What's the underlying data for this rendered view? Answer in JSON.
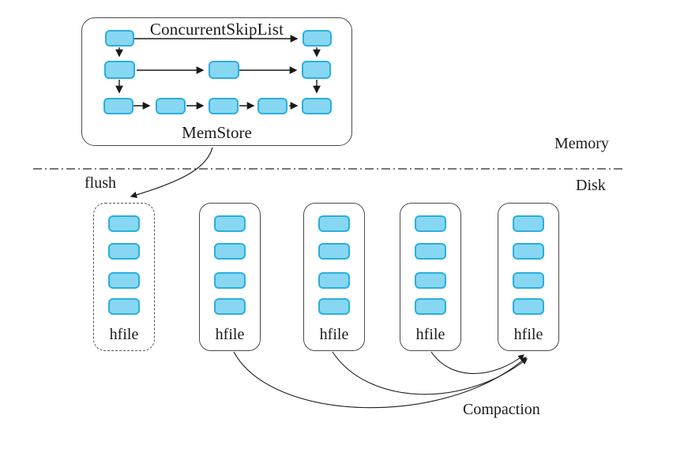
{
  "memstore": {
    "title": "ConcurrentSkipList",
    "subtitle": "MemStore",
    "skiplist_levels": [
      2,
      3,
      5
    ],
    "node_count": 10
  },
  "labels": {
    "memory": "Memory",
    "disk": "Disk",
    "flush": "flush",
    "compaction": "Compaction"
  },
  "hfiles": [
    {
      "label": "hfile",
      "border": "dashed",
      "block_count": 4
    },
    {
      "label": "hfile",
      "border": "solid",
      "block_count": 4
    },
    {
      "label": "hfile",
      "border": "solid",
      "block_count": 4
    },
    {
      "label": "hfile",
      "border": "solid",
      "block_count": 4
    },
    {
      "label": "hfile",
      "border": "solid",
      "block_count": 4
    }
  ],
  "colors": {
    "block_fill": "#87d7f2",
    "block_border": "#2aaede",
    "line": "#1a1a1a",
    "container_border": "#4a4a4a",
    "background": "#ffffff"
  }
}
